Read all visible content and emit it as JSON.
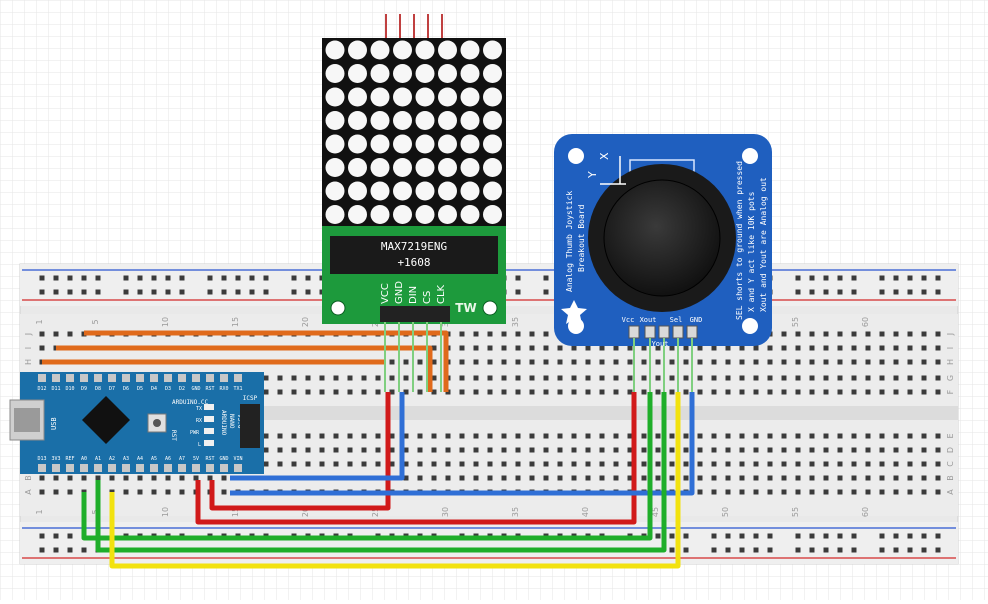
{
  "matrix": {
    "chip_line1": "MAX7219ENG",
    "chip_line2": "+1608",
    "pins": [
      "VCC",
      "GND",
      "DIN",
      "CS",
      "CLK"
    ],
    "logo": "TW",
    "rows": 8,
    "cols": 8
  },
  "joystick": {
    "text_lines": [
      "Analog Thumb Joystick",
      "Breakout Board"
    ],
    "side_lines": [
      "SEL shorts to ground when pressed",
      "X and Y act like 10K pots",
      "Xout and Yout are Analog out"
    ],
    "axis_x": "X",
    "axis_y": "Y",
    "pins": [
      "Vcc",
      "Xout",
      "Sel",
      "GND"
    ],
    "pin_sub": "Yout"
  },
  "arduino": {
    "top_pins": [
      "D12",
      "D11",
      "D10",
      "D9",
      "D8",
      "D7",
      "D6",
      "D5",
      "D4",
      "D3",
      "D2",
      "GND",
      "RST",
      "RX0",
      "TX1"
    ],
    "bottom_pins": [
      "D13",
      "3V3",
      "REF",
      "A0",
      "A1",
      "A2",
      "A3",
      "A4",
      "A5",
      "A6",
      "A7",
      "5V",
      "RST",
      "GND",
      "VIN"
    ],
    "brand": "ARDUINO.CC",
    "model_lines": [
      "ARDUINO",
      "NANO",
      "V3.0"
    ],
    "usb": "USB",
    "icsp": "ICSP",
    "side_labels": [
      "TX",
      "RX",
      "PWR",
      "L"
    ],
    "reset": "RST"
  },
  "breadboard": {
    "column_numbers": [
      "1",
      "5",
      "10",
      "15",
      "20",
      "25",
      "30",
      "35",
      "40",
      "45",
      "50",
      "55",
      "60"
    ],
    "row_letters_top": [
      "J",
      "I",
      "H",
      "G",
      "F"
    ],
    "row_letters_bottom": [
      "E",
      "D",
      "C",
      "B",
      "A"
    ]
  },
  "colors": {
    "wire_orange": "#e06a1b",
    "wire_red": "#d11a1a",
    "wire_blue": "#2f6fd6",
    "wire_green": "#1fae2a",
    "wire_yellow": "#f2e20f",
    "board_blue": "#1f5fbf",
    "pcb_green": "#1d9a3c",
    "nano_blue": "#1a6fa8"
  }
}
